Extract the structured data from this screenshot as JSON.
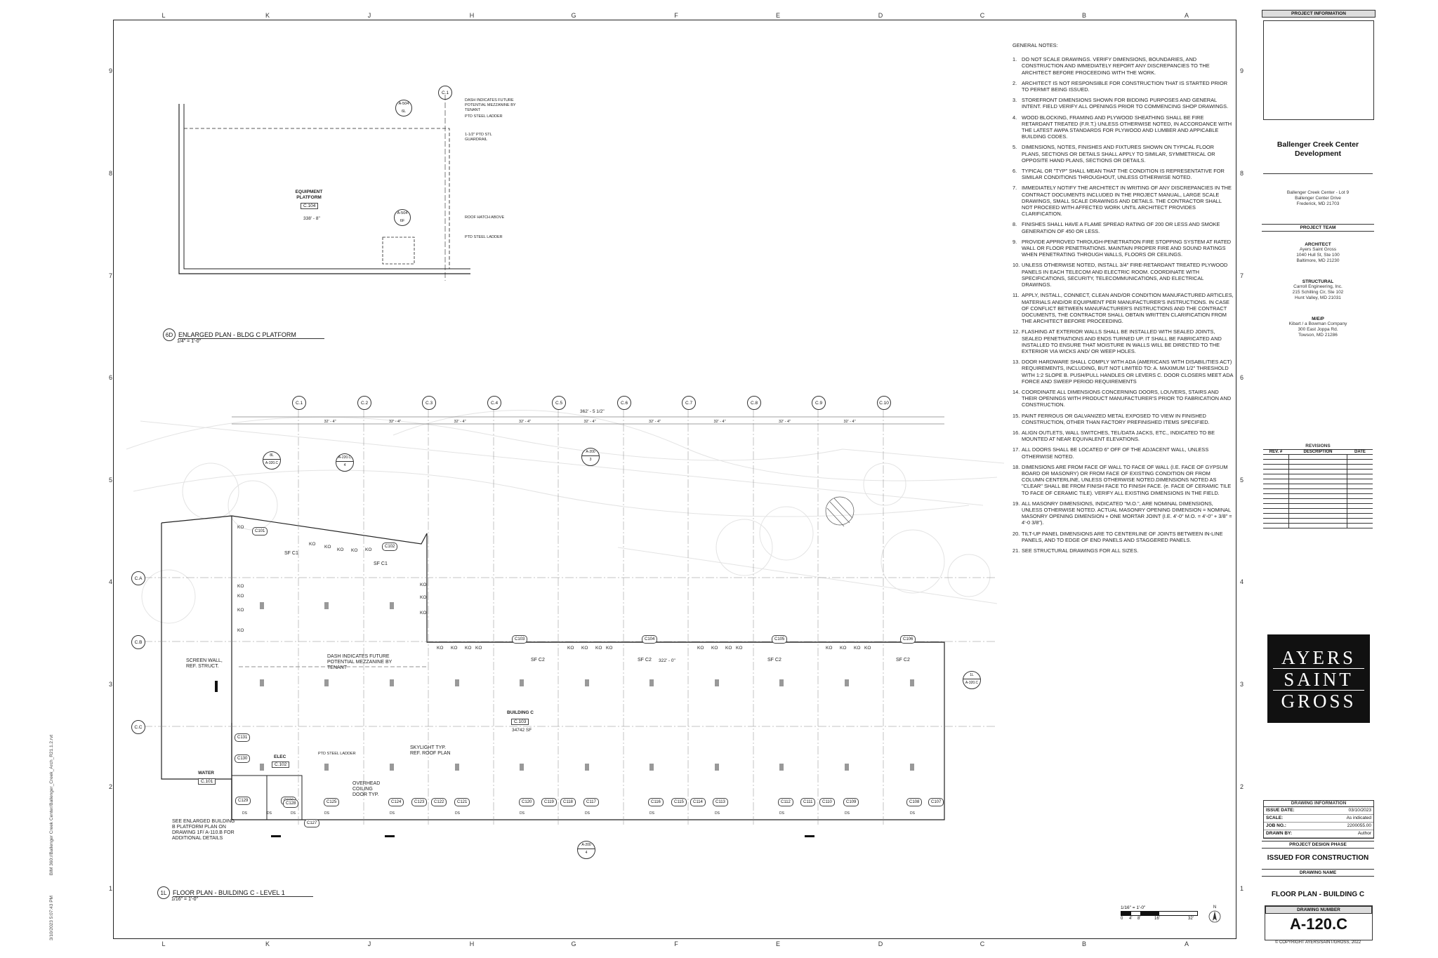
{
  "grid": {
    "columns": [
      "L",
      "K",
      "J",
      "H",
      "G",
      "F",
      "E",
      "D",
      "C",
      "B",
      "A"
    ],
    "rows": [
      "9",
      "8",
      "7",
      "6",
      "5",
      "4",
      "3",
      "2",
      "1"
    ]
  },
  "side_label": {
    "file": "BIM 360://Ballenger Creek Center/Ballenger_Creek_Arch_R21.1.2.rvt",
    "date": "3/10/2023 5:07:43 PM"
  },
  "platform_plan": {
    "number": "6D",
    "title": "ENLARGED PLAN - BLDG C PLATFORM",
    "scale": "1/4\" = 1'-0\"",
    "room_name": "EQUIPMENT PLATFORM",
    "room_number": "C.104",
    "elevation": "338' - 8\"",
    "callouts": [
      {
        "top": "A-504",
        "bottom": "6L"
      },
      {
        "top": "A-504",
        "bottom": "6F"
      }
    ],
    "grid_bubble": "C.1",
    "notes": [
      "DASH INDICATES FUTURE POTENTIAL MEZZANINE BY TENANT",
      "PTD STEEL LADDER",
      "1-1/2\" PTD STL GUARDRAIL",
      "ROOF HATCH ABOVE",
      "PTD STEEL LADDER"
    ]
  },
  "floor_plan": {
    "number": "1L",
    "title": "FLOOR PLAN - BUILDING C - LEVEL 1",
    "scale": "1/16\" = 1'-0\"",
    "col_bubbles": [
      "C.1",
      "C.2",
      "C.3",
      "C.4",
      "C.5",
      "C.6",
      "C.7",
      "C.8",
      "C.9",
      "C.10"
    ],
    "row_bubbles": [
      "C.A",
      "C.B",
      "C.C"
    ],
    "overall_dim": "362' - 5 1/2\"",
    "bay_dim": "32' - 4\"",
    "building_name": "BUILDING C",
    "building_number": "C.103",
    "building_area": "34742 SF",
    "elevation": "322' - 0\"",
    "rooms": [
      {
        "name": "WATER",
        "number": "C.101"
      },
      {
        "name": "ELEC",
        "number": "C.102"
      }
    ],
    "door_tags": [
      "C101",
      "C102",
      "C103",
      "C104",
      "C105",
      "C106",
      "C107",
      "C108",
      "C109",
      "C110",
      "C111",
      "C112",
      "C113",
      "C114",
      "C115",
      "C116",
      "C117",
      "C118",
      "C119",
      "C120",
      "C121",
      "C122",
      "C123",
      "C124",
      "C125",
      "C126",
      "C127",
      "C128",
      "C129",
      "C130",
      "C131"
    ],
    "storefront_tags": [
      "SF C1",
      "SF C1",
      "SF C2",
      "SF C2",
      "SF C2",
      "SF C2"
    ],
    "ko_label": "KO",
    "ds_label": "DS",
    "notes": {
      "screen_wall": "SCREEN WALL, REF. STRUCT.",
      "mezzanine": "DASH INDICATES FUTURE POTENTIAL MEZZANINE BY TENANT",
      "skylight": "SKYLIGHT TYP. REF. ROOF PLAN",
      "overhead_door": "OVERHEAD COILING DOOR TYP.",
      "ladder": "PTD STEEL LADDER",
      "see_enlarged": "SEE ENLARGED BUILDING B PLATFORM PLAN ON DRAWING 1F/ A-110.B FOR ADDITIONAL DETAILS"
    },
    "section_marks": [
      {
        "top": "A-200",
        "bottom": "3"
      },
      {
        "top": "A-220.C",
        "bottom": "4"
      },
      {
        "top": "A-200",
        "bottom": "4"
      },
      {
        "top": "8L",
        "bottom": "A-320.C"
      },
      {
        "top": "1L",
        "bottom": "A-320.C"
      }
    ]
  },
  "general_notes": {
    "heading": "GENERAL NOTES:",
    "items": [
      "DO NOT SCALE DRAWINGS. VERIFY DIMENSIONS, BOUNDARIES, AND CONSTRUCTION AND IMMEDIATELY REPORT ANY DISCREPANCIES TO THE ARCHITECT BEFORE PROCEEDING WITH THE WORK.",
      "ARCHITECT IS NOT RESPONSIBLE FOR CONSTRUCTION THAT IS STARTED PRIOR TO PERMIT BEING ISSUED.",
      "STOREFRONT DIMENSIONS SHOWN FOR BIDDING PURPOSES AND GENERAL INTENT. FIELD VERIFY ALL OPENINGS PRIOR TO COMMENCING SHOP DRAWINGS.",
      "WOOD BLOCKING, FRAMING AND PLYWOOD SHEATHING SHALL BE FIRE RETARDANT TREATED (F.R.T.) UNLESS OTHERWISE NOTED, IN ACCORDANCE WITH THE LATEST AWPA STANDARDS FOR PLYWOOD AND LUMBER AND APPICABLE BUILDING CODES.",
      "DIMENSIONS, NOTES, FINISHES AND FIXTURES SHOWN ON TYPICAL FLOOR PLANS, SECTIONS OR DETAILS SHALL APPLY TO SIMILAR, SYMMETRICAL OR OPPOSITE HAND PLANS, SECTIONS OR DETAILS.",
      "TYPICAL OR \"TYP\" SHALL MEAN THAT THE CONDITION IS REPRESENTATIVE FOR SIMILAR CONDITIONS THROUGHOUT, UNLESS OTHERWISE NOTED.",
      "IMMEDIATELY NOTIFY THE ARCHITECT IN WRITING OF ANY DISCREPANCIES IN THE CONTRACT DOCUMENTS INCLUDED IN THE PROJECT MANUAL, LARGE SCALE DRAWINGS, SMALL SCALE DRAWINGS AND DETAILS. THE CONTRACTOR SHALL NOT PROCEED WITH AFFECTED WORK UNTIL ARCHITECT PROVIDES CLARIFICATION.",
      "FINISHES SHALL HAVE A FLAME SPREAD RATING OF 200 OR LESS AND SMOKE GENERATION OF 450 OR LESS.",
      "PROVIDE APPROVED THROUGH-PENETRATION FIRE STOPPING SYSTEM AT RATED WALL OR FLOOR PENETRATIONS. MAINTAIN PROPER FIRE AND SOUND RATINGS WHEN PENETRATING THROUGH WALLS, FLOORS OR CEILINGS.",
      "UNLESS OTHERWISE NOTED, INSTALL 3/4\" FIRE-RETARDANT TREATED PLYWOOD PANELS IN EACH TELECOM AND ELECTRIC ROOM. COORDINATE WITH SPECIFICATIONS, SECURITY, TELECOMMUNICATIONS, AND ELECTRICAL DRAWINGS.",
      "APPLY, INSTALL, CONNECT, CLEAN AND/OR CONDITION MANUFACTURED ARTICLES, MATERIALS AND/OR EQUIPMENT PER MANUFACTURER'S INSTRUCTIONS. IN CASE OF CONFLICT BETWEEN MANUFACTURER'S INSTRUCTIONS AND THE CONTRACT DOCUMENTS, THE CONTRACTOR SHALL OBTAIN WRITTEN CLARIFICATION FROM THE ARCHITECT BEFORE PROCEEDING.",
      "FLASHING AT EXTERIOR WALLS SHALL BE INSTALLED WITH SEALED JOINTS, SEALED PENETRATIONS AND ENDS TURNED UP. IT SHALL BE FABRICATED AND INSTALLED TO ENSURE THAT MOISTURE IN WALLS WILL BE DIRECTED TO THE EXTERIOR VIA WICKS AND/ OR WEEP HOLES.",
      "DOOR HARDWARE SHALL COMPLY WITH ADA (AMERICANS WITH DISABILITIES ACT) REQUIREMENTS, INCLUDING, BUT NOT LIMITED TO: A. MAXIMUM 1/2\" THRESHOLD WITH 1:2 SLOPE B. PUSH/PULL HANDLES OR LEVERS C. DOOR CLOSERS MEET ADA FORCE AND SWEEP PERIOD REQUIREMENTS",
      "COORDINATE ALL DIMENSIONS CONCERNING DOORS, LOUVERS, STAIRS AND THEIR OPENINGS WITH PRODUCT MANUFACTURER'S PRIOR TO FABRICATION AND CONSTRUCTION.",
      "PAINT FERROUS OR GALVANIZED METAL EXPOSED TO VIEW IN FINISHED CONSTRUCTION, OTHER THAN FACTORY PREFINISHED ITEMS SPECIFIED.",
      "ALIGN OUTLETS, WALL SWITCHES, TEL/DATA JACKS, ETC., INDICATED TO BE MOUNTED AT NEAR EQUIVALENT ELEVATIONS.",
      "ALL DOORS SHALL BE LOCATED 6\" OFF OF THE ADJACENT WALL, UNLESS OTHERWISE NOTED.",
      "DIMENSIONS ARE FROM FACE OF WALL TO FACE OF WALL (I.E. FACE OF GYPSUM BOARD OR MASONRY) OR FROM FACE OF EXISTING CONDITION OR FROM COLUMN CENTERLINE, UNLESS OTHERWISE NOTED.DIMENSIONS NOTED AS \"CLEAR\" SHALL BE FROM FINISH FACE TO FINISH FACE. (e. FACE OF CERAMIC TILE TO FACE OF CERAMIC TILE). VERIFY ALL EXISTING DIMENSIONS IN THE FIELD.",
      "ALL MASONRY DIMENSIONS, INDICATED \"M.O.\", ARE NOMINAL DIMENSIONS, UNLESS OTHERWISE NOTED. ACTUAL MASONRY OPENING DIMENSION = NOMINAL MASONRY OPENING DIMENSION + ONE MORTAR JOINT (I.E. 4'-0\" M.O. = 4'-0\" + 3/8\" = 4'-0 3/8\").",
      "TILT-UP PANEL DIMENSIONS ARE TO CENTERLINE OF JOINTS BETWEEN IN-LINE PANELS, AND TO EDGE OF END PANELS AND STAGGERED PANELS.",
      "SEE STRUCTURAL DRAWINGS FOR ALL SIZES."
    ]
  },
  "scale_bar": {
    "label": "1/16\" = 1'-0\"",
    "ticks": [
      "0",
      "4'",
      "8'",
      "16'",
      "32'"
    ],
    "north_label": "N"
  },
  "title_block": {
    "project_info_header": "PROJECT INFORMATION",
    "project_name": "Ballenger Creek Center Development",
    "address": [
      "Ballenger Creek Center - Lot 9",
      "Ballenger Center Drive",
      "Frederick, MD 21703"
    ],
    "team_header": "PROJECT TEAM",
    "team": [
      {
        "role": "ARCHITECT",
        "lines": [
          "Ayers Saint Gross",
          "1040 Hull St, Ste 100",
          "Baltimore, MD 21230"
        ]
      },
      {
        "role": "STRUCTURAL",
        "lines": [
          "Carroll Engineering, Inc.",
          "215 Schilling Cir, Ste 102",
          "Hunt Valley, MD 21031"
        ]
      },
      {
        "role": "M/E/P",
        "lines": [
          "Kibart / a Bowman Company",
          "300 East Joppa Rd.",
          "Towson, MD 21286"
        ]
      }
    ],
    "revisions": {
      "header": "REVISIONS",
      "columns": [
        "REV. #",
        "DESCRIPTION",
        "DATE"
      ]
    },
    "logo": [
      "AYERS",
      "SAINT",
      "GROSS"
    ],
    "drawing_info": {
      "header": "DRAWING INFORMATION",
      "rows": [
        {
          "label": "ISSUE DATE:",
          "value": "03/10/2023"
        },
        {
          "label": "SCALE:",
          "value": "As indicated"
        },
        {
          "label": "JOB NO.:",
          "value": "2200055.00"
        },
        {
          "label": "DRAWN BY:",
          "value": "Author"
        }
      ]
    },
    "phase_header": "PROJECT DESIGN PHASE",
    "phase": "ISSUED FOR CONSTRUCTION",
    "drawing_name_header": "DRAWING NAME",
    "drawing_name": "FLOOR PLAN - BUILDING C",
    "drawing_number_header": "DRAWING NUMBER",
    "drawing_number": "A-120.C",
    "copyright": "© COPYRIGHT AYERS/SAINT/GROSS, 2022"
  }
}
